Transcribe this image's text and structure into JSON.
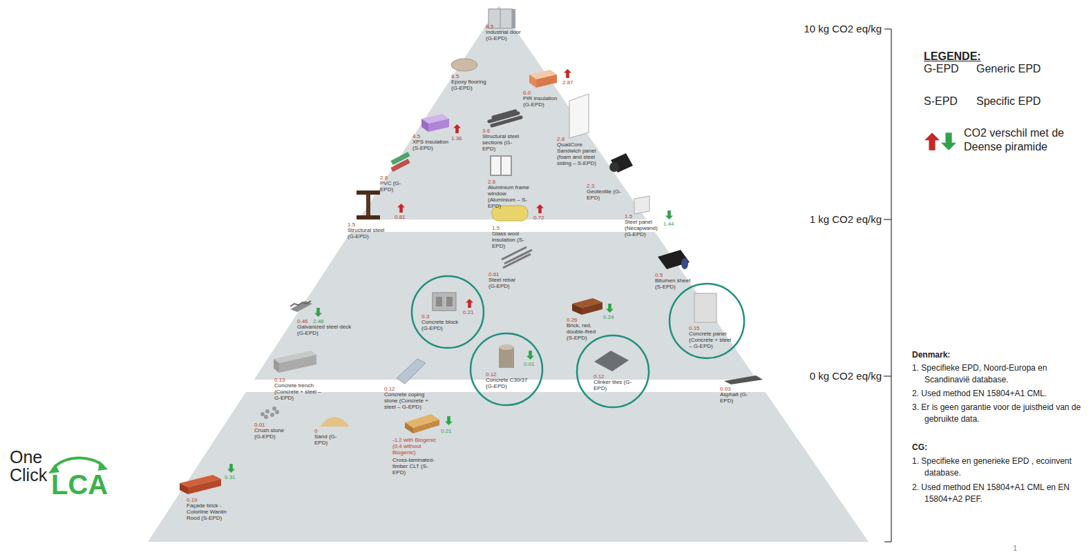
{
  "diagram": {
    "nodes": [
      {
        "text": [
          "0.3",
          "Concrete block (G-EPD)",
          "0.21"
        ]
      },
      {
        "text": [
          "0.15",
          "Concrete panel (Concrete + steel – G-EPD)"
        ]
      },
      {
        "text": [
          "0.12",
          "Concrete C30/37 (G-EPD)",
          "0.01"
        ]
      },
      {
        "text": [
          "0.12",
          "Clinker tiles (G-EPD)"
        ]
      }
    ],
    "labels": [
      "8.5",
      "Industrial door (G-EPD)",
      "8.5",
      "Epoxy flooring (G-EPD)",
      "6.0",
      "PIR insulation (G-EPD)",
      "2.87",
      "4.5",
      "XPS insulation (S-EPD)",
      "1.36",
      "3.6",
      "Structural steel sections (G-EPD)",
      "2.8",
      "QuadCore Sandwich panel (foam and steel siding – S-EPD)",
      "2.8",
      "PVC (G-EPD)",
      "2.6",
      "Aluminium frame window (Aluminium – S-EPD)",
      "2.3",
      "Geotextile (G-EPD)",
      "1.5",
      "Structural steel (G-EPD)",
      "0.81",
      "1.5",
      "Glass wool insulation (S-EPD)",
      "0.72",
      "1.5",
      "Steel panel (Necapwand) (G-EPD)",
      "1.44",
      "0.61",
      "Steel rebar (G-EPD)",
      "0.5",
      "Bitumen sheet (S-EPD)",
      "0.46",
      "Galvanized steel deck (G-EPD)",
      "2.48",
      "0.26",
      "Brick, red, double-fired (S-EPD)",
      "0.24",
      "0.13",
      "Concrete trench (Concrete + steel – G-EPD)",
      "0.03",
      "Asphalt (G-EPD)",
      "0.12",
      "Concrete coping stone (Concrete + steel – G-EPD)",
      "0.01",
      "Crush stone (G-EPD)",
      "0",
      "Sand (G-EPD)",
      "0.21",
      "-1.2 with Biogenic (0,4 without Biogenic)",
      "Cross-laminated-timber CLT (S-EPD)",
      "0.19",
      "Façade brick - Colorline Wanlin Rood (S-EPD)",
      "0.31",
      "10 kg CO2 eq/kg",
      "1 kg CO2 eq/kg",
      "0 kg CO2 eq/kg",
      "LEGENDE:",
      "G-EPD",
      "Generic EPD",
      "S-EPD",
      "Specific EPD",
      "Denmark:",
      "1. Specifieke EPD, Noord-Europa en Scandinavië database.",
      "2. Used method EN 15804+A1 CML.",
      "3. Er is geen garantie voor de juistheid van de gebruikte data.",
      "CG:",
      "1. Specifieke en generieke EPD , ecoinvent database.",
      "2. Used method EN 15804+A1 CML en EN 15804+A2 PEF.",
      "One Click",
      "LCA",
      "1"
    ],
    "legend": [
      {
        "text": "CO2 verschil met de Deense piramide"
      }
    ]
  }
}
